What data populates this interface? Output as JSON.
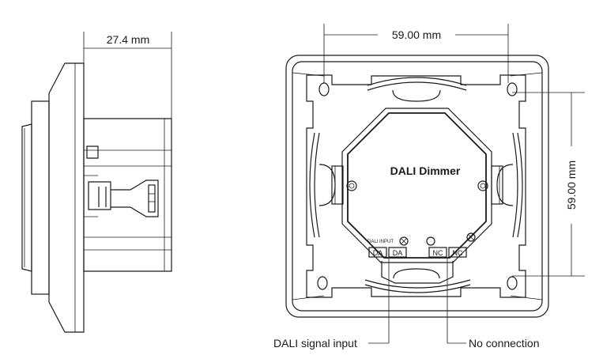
{
  "side_view": {
    "depth_label": "27.4 mm"
  },
  "front_view": {
    "width_label": "59.00 mm",
    "height_label": "59.00 mm",
    "module_title": "DALI Dimmer",
    "terminal_header": "DALI INPUT",
    "terminals": [
      "DA",
      "DA",
      "NC",
      "NC"
    ]
  },
  "callouts": {
    "dali_signal_input": "DALI signal input",
    "no_connection": "No connection"
  }
}
